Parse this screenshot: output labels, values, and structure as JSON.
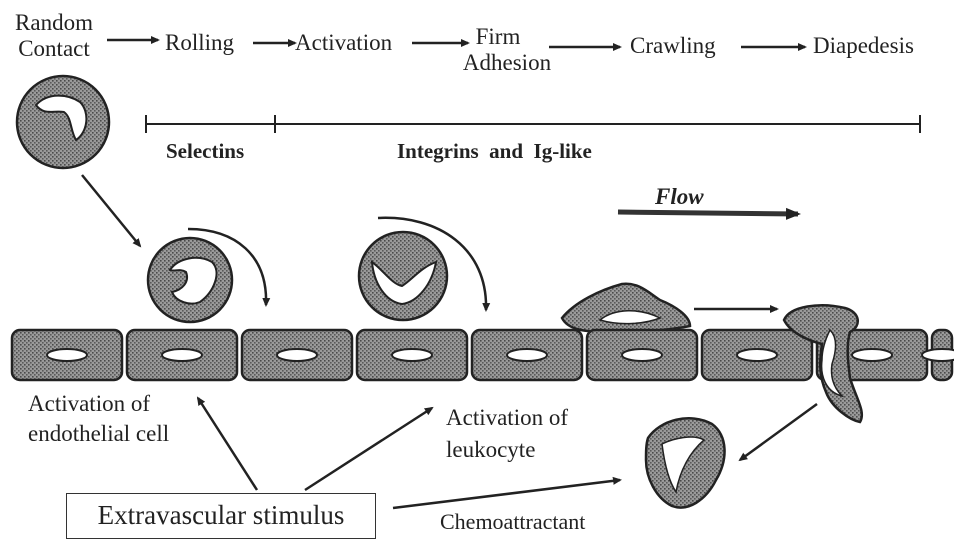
{
  "steps": {
    "random_contact": [
      "Random",
      "Contact"
    ],
    "rolling": "Rolling",
    "activation": "Activation",
    "firm_adhesion": [
      "Firm",
      "Adhesion"
    ],
    "crawling": "Crawling",
    "diapedesis": "Diapedesis"
  },
  "phases": {
    "selectins": "Selectins",
    "integrins": "Integrins  and  Ig-like"
  },
  "flow": {
    "label": "Flow"
  },
  "labels": {
    "activation_endothelial": [
      "Activation of",
      "endothelial cell"
    ],
    "activation_leukocyte": [
      "Activation of",
      "leukocyte"
    ],
    "stimulus": "Extravascular stimulus",
    "chemoattractant": "Chemoattractant"
  },
  "colors": {
    "ink": "#222222",
    "cell_fill": "#8a8a8a",
    "nucleus": "#ffffff"
  }
}
